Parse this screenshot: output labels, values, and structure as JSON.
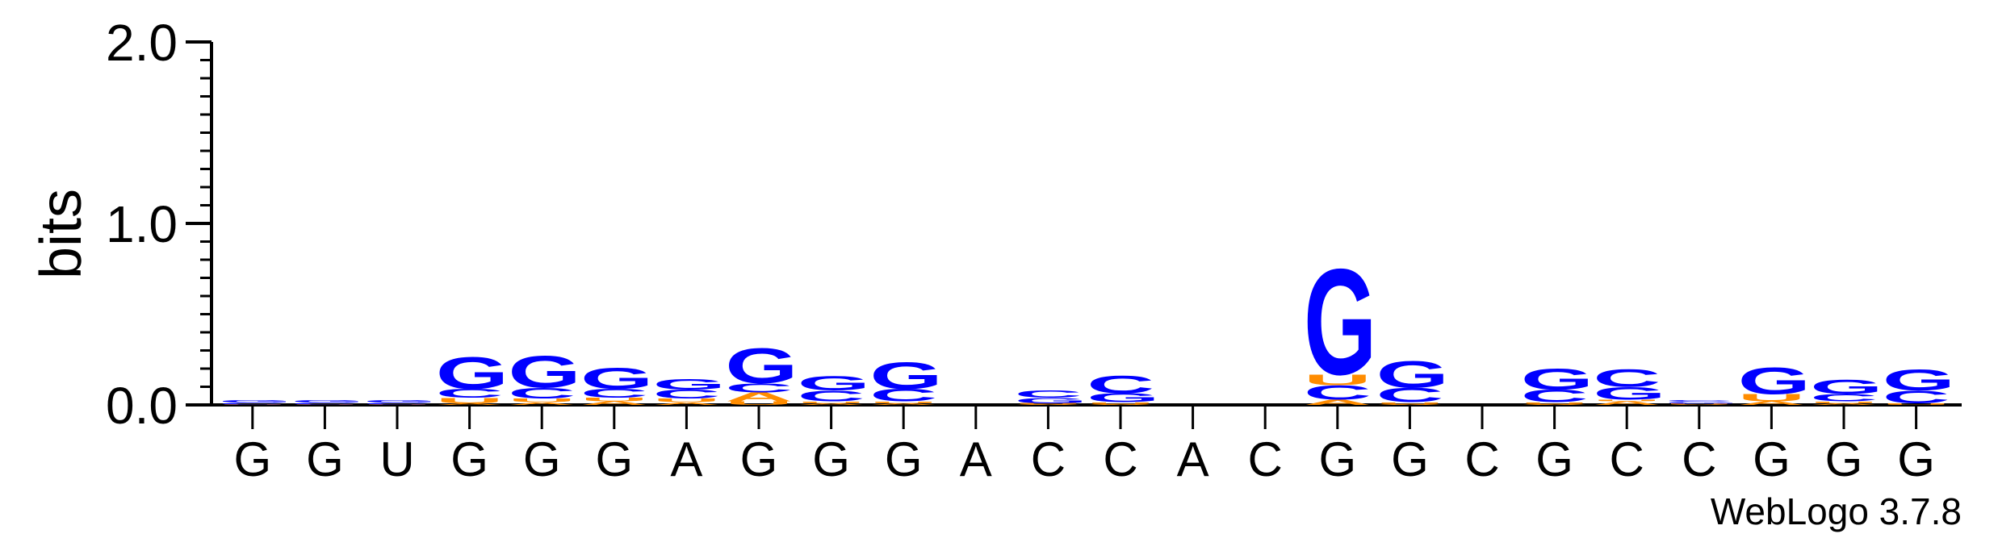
{
  "chart_data": {
    "type": "sequence-logo",
    "ylabel": "bits",
    "ylim": [
      0,
      2.0
    ],
    "y_ticks": [
      "0.0",
      "1.0",
      "2.0"
    ],
    "x_tick_labels": [
      "G",
      "G",
      "U",
      "G",
      "G",
      "G",
      "A",
      "G",
      "G",
      "G",
      "A",
      "C",
      "C",
      "A",
      "C",
      "G",
      "G",
      "C",
      "G",
      "C",
      "C",
      "G",
      "G",
      "G"
    ],
    "credit": "WebLogo 3.7.8",
    "colors": {
      "G": "#0000ff",
      "C": "#0000ff",
      "U": "#ff8c00",
      "A": "#ff8c00"
    },
    "positions": [
      {
        "stack": [
          {
            "l": "U",
            "h": 0.003
          },
          {
            "l": "C",
            "h": 0.01
          },
          {
            "l": "G",
            "h": 0.015
          }
        ]
      },
      {
        "stack": [
          {
            "l": "U",
            "h": 0.003
          },
          {
            "l": "C",
            "h": 0.01
          },
          {
            "l": "G",
            "h": 0.015
          }
        ]
      },
      {
        "stack": [
          {
            "l": "U",
            "h": 0.003
          },
          {
            "l": "C",
            "h": 0.01
          },
          {
            "l": "G",
            "h": 0.015
          }
        ]
      },
      {
        "stack": [
          {
            "l": "A",
            "h": 0.01
          },
          {
            "l": "U",
            "h": 0.03
          },
          {
            "l": "C",
            "h": 0.05
          },
          {
            "l": "G",
            "h": 0.18
          }
        ]
      },
      {
        "stack": [
          {
            "l": "A",
            "h": 0.015
          },
          {
            "l": "U",
            "h": 0.02
          },
          {
            "l": "C",
            "h": 0.06
          },
          {
            "l": "G",
            "h": 0.18
          }
        ]
      },
      {
        "stack": [
          {
            "l": "A",
            "h": 0.02
          },
          {
            "l": "U",
            "h": 0.02
          },
          {
            "l": "C",
            "h": 0.05
          },
          {
            "l": "G",
            "h": 0.12
          }
        ]
      },
      {
        "stack": [
          {
            "l": "A",
            "h": 0.015
          },
          {
            "l": "U",
            "h": 0.02
          },
          {
            "l": "C",
            "h": 0.05
          },
          {
            "l": "G",
            "h": 0.06
          }
        ]
      },
      {
        "stack": [
          {
            "l": "U",
            "h": 0.02
          },
          {
            "l": "A",
            "h": 0.05
          },
          {
            "l": "C",
            "h": 0.05
          },
          {
            "l": "G",
            "h": 0.2
          }
        ]
      },
      {
        "stack": [
          {
            "l": "A",
            "h": 0.01
          },
          {
            "l": "U",
            "h": 0.01
          },
          {
            "l": "C",
            "h": 0.06
          },
          {
            "l": "G",
            "h": 0.08
          }
        ]
      },
      {
        "stack": [
          {
            "l": "A",
            "h": 0.01
          },
          {
            "l": "U",
            "h": 0.01
          },
          {
            "l": "C",
            "h": 0.07
          },
          {
            "l": "G",
            "h": 0.15
          }
        ]
      },
      {
        "stack": []
      },
      {
        "stack": [
          {
            "l": "A",
            "h": 0.005
          },
          {
            "l": "U",
            "h": 0.005
          },
          {
            "l": "G",
            "h": 0.03
          },
          {
            "l": "C",
            "h": 0.04
          }
        ]
      },
      {
        "stack": [
          {
            "l": "A",
            "h": 0.005
          },
          {
            "l": "U",
            "h": 0.01
          },
          {
            "l": "G",
            "h": 0.05
          },
          {
            "l": "C",
            "h": 0.1
          }
        ]
      },
      {
        "stack": []
      },
      {
        "stack": []
      },
      {
        "stack": [
          {
            "l": "A",
            "h": 0.03
          },
          {
            "l": "C",
            "h": 0.08
          },
          {
            "l": "U",
            "h": 0.06
          },
          {
            "l": "G",
            "h": 0.6
          }
        ]
      },
      {
        "stack": [
          {
            "l": "A",
            "h": 0.005
          },
          {
            "l": "U",
            "h": 0.01
          },
          {
            "l": "C",
            "h": 0.08
          },
          {
            "l": "G",
            "h": 0.15
          }
        ]
      },
      {
        "stack": []
      },
      {
        "stack": [
          {
            "l": "A",
            "h": 0.005
          },
          {
            "l": "U",
            "h": 0.01
          },
          {
            "l": "C",
            "h": 0.07
          },
          {
            "l": "G",
            "h": 0.12
          }
        ]
      },
      {
        "stack": [
          {
            "l": "A",
            "h": 0.02
          },
          {
            "l": "U",
            "h": 0.01
          },
          {
            "l": "G",
            "h": 0.07
          },
          {
            "l": "C",
            "h": 0.1
          }
        ]
      },
      {
        "stack": [
          {
            "l": "A",
            "h": 0.002
          },
          {
            "l": "U",
            "h": 0.005
          },
          {
            "l": "G",
            "h": 0.01
          },
          {
            "l": "C",
            "h": 0.01
          }
        ]
      },
      {
        "stack": [
          {
            "l": "A",
            "h": 0.02
          },
          {
            "l": "U",
            "h": 0.04
          },
          {
            "l": "G",
            "h": 0.15
          }
        ]
      },
      {
        "stack": [
          {
            "l": "A",
            "h": 0.01
          },
          {
            "l": "U",
            "h": 0.01
          },
          {
            "l": "C",
            "h": 0.04
          },
          {
            "l": "G",
            "h": 0.08
          }
        ]
      },
      {
        "stack": [
          {
            "l": "U",
            "h": 0.01
          },
          {
            "l": "C",
            "h": 0.07
          },
          {
            "l": "G",
            "h": 0.12
          }
        ]
      }
    ]
  }
}
